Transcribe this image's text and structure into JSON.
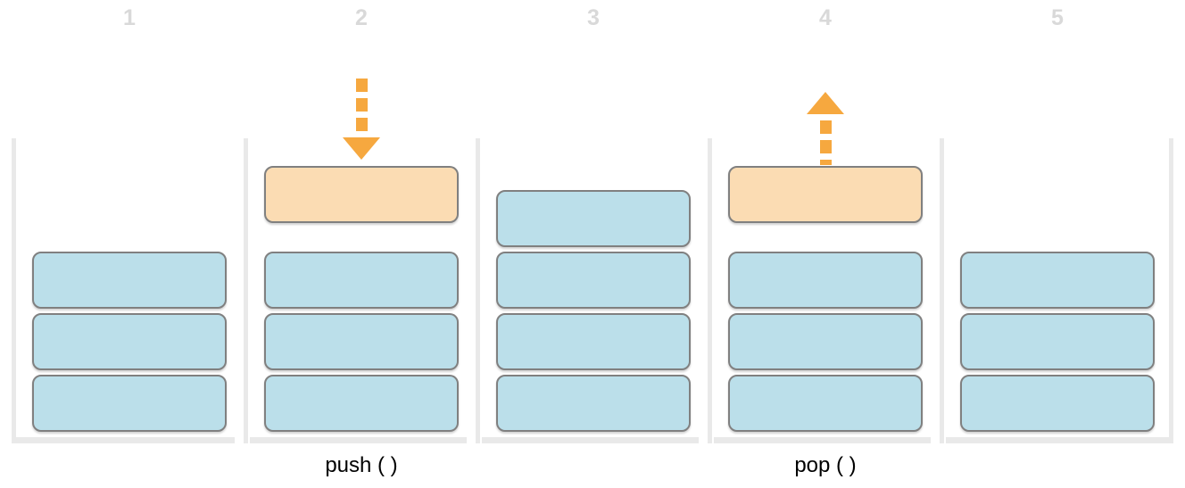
{
  "diagram": {
    "type": "stack-operations",
    "steps": [
      {
        "number": "1",
        "stack_blocks": 3,
        "floating_block": false,
        "arrow": "none",
        "operation": ""
      },
      {
        "number": "2",
        "stack_blocks": 3,
        "floating_block": true,
        "arrow": "down",
        "operation": "push ( )"
      },
      {
        "number": "3",
        "stack_blocks": 4,
        "floating_block": false,
        "arrow": "none",
        "operation": ""
      },
      {
        "number": "4",
        "stack_blocks": 3,
        "floating_block": true,
        "arrow": "up",
        "operation": "pop ( )"
      },
      {
        "number": "5",
        "stack_blocks": 3,
        "floating_block": false,
        "arrow": "none",
        "operation": ""
      }
    ],
    "colors": {
      "background": "#ffffff",
      "block_blue": "#bbdfea",
      "block_orange": "#fbdcb3",
      "block_border": "#808080",
      "frame_gray": "#e9e9e9",
      "step_number_gray": "#d9d9d9",
      "arrow_orange": "#f6a83f",
      "label_text": "#000000"
    }
  }
}
